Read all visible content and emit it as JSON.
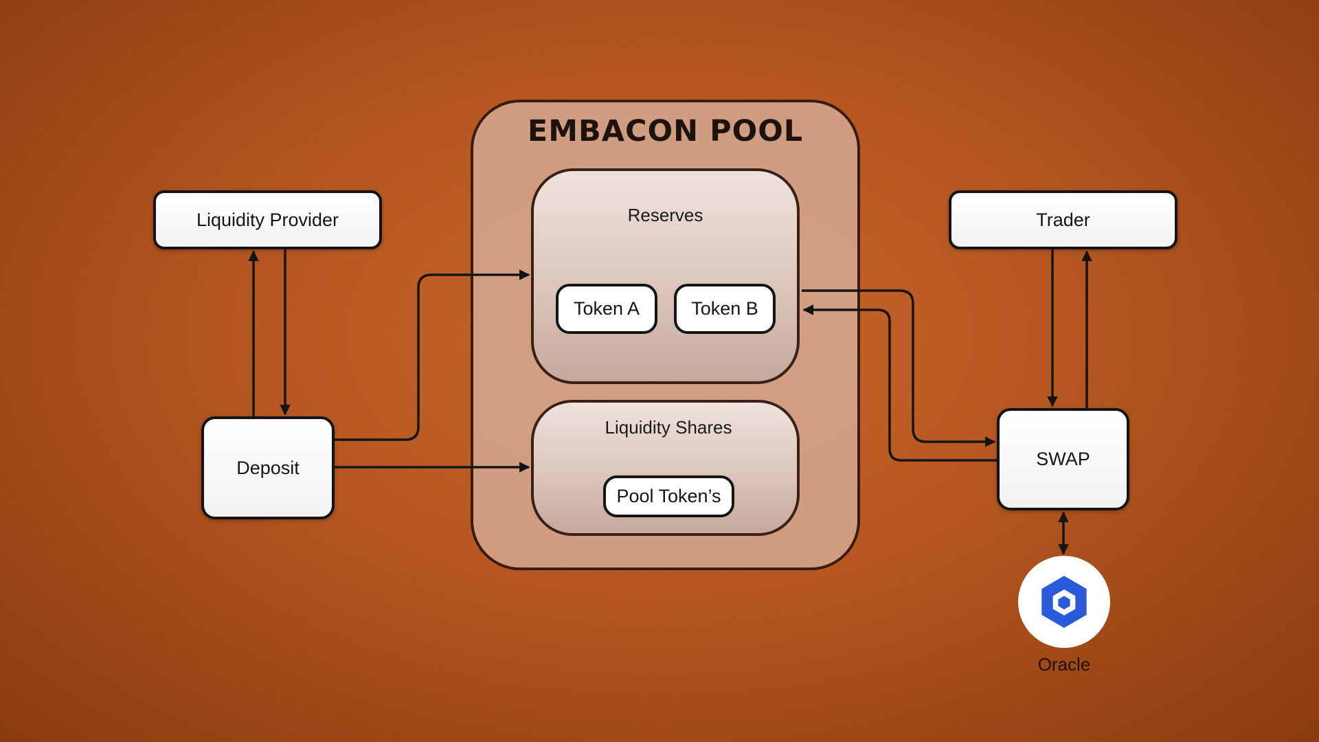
{
  "diagram": {
    "title": "EMBACON POOL",
    "reserves_label": "Reserves",
    "token_a": "Token A",
    "token_b": "Token B",
    "shares_label": "Liquidity Shares",
    "pool_tokens": "Pool Token’s",
    "liquidity_provider": "Liquidity Provider",
    "deposit": "Deposit",
    "trader": "Trader",
    "swap": "SWAP",
    "oracle": "Oracle"
  },
  "icons": {
    "oracle": "chainlink-hexagon-icon"
  },
  "colors": {
    "background": "#b6561f",
    "pool_fill": "#d6b09e",
    "stroke": "#151515",
    "oracle_blue": "#2a5ada"
  }
}
